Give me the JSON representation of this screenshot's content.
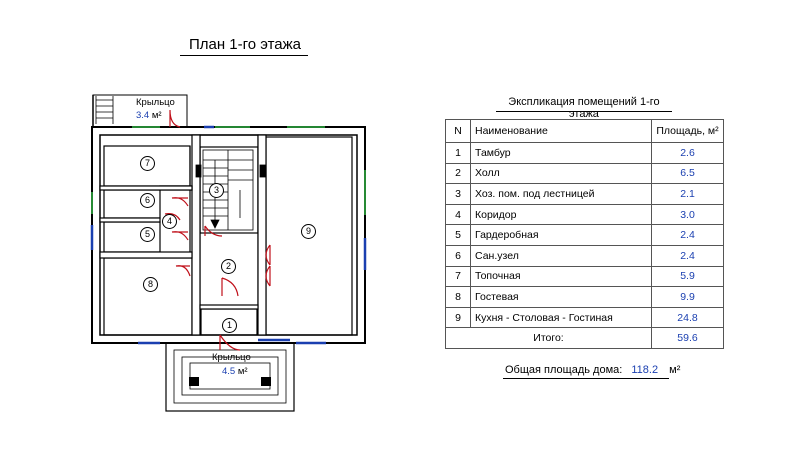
{
  "plan": {
    "title": "План 1-го этажа",
    "porch_top": {
      "label": "Крыльцо",
      "area": "3.4",
      "unit": "м²"
    },
    "porch_bottom": {
      "label": "Крыльцо",
      "area": "4.5",
      "unit": "м²"
    },
    "room_numbers": [
      "1",
      "2",
      "3",
      "4",
      "5",
      "6",
      "7",
      "8",
      "9"
    ]
  },
  "explication": {
    "title": "Экспликация помещений 1-го этажа",
    "columns": {
      "n": "N",
      "name": "Наименование",
      "area": "Площадь, м²"
    },
    "rows": [
      {
        "n": "1",
        "name": "Тамбур",
        "area": "2.6"
      },
      {
        "n": "2",
        "name": "Холл",
        "area": "6.5"
      },
      {
        "n": "3",
        "name": "Хоз. пом. под лестницей",
        "area": "2.1"
      },
      {
        "n": "4",
        "name": "Коридор",
        "area": "3.0"
      },
      {
        "n": "5",
        "name": "Гардеробная",
        "area": "2.4"
      },
      {
        "n": "6",
        "name": "Сан.узел",
        "area": "2.4"
      },
      {
        "n": "7",
        "name": "Топочная",
        "area": "5.9"
      },
      {
        "n": "8",
        "name": "Гостевая",
        "area": "9.9"
      },
      {
        "n": "9",
        "name": "Кухня - Столовая - Гостиная",
        "area": "24.8"
      }
    ],
    "total_label": "Итого:",
    "total_value": "59.6"
  },
  "house_total": {
    "label": "Общая площадь дома:",
    "value": "118.2",
    "unit": "м²"
  },
  "colors": {
    "wall": "#ffffff",
    "window": "#1a3fb0",
    "door": "#c0101a",
    "wall_green": "#2a9a3a",
    "value_text": "#1a3fb0"
  }
}
